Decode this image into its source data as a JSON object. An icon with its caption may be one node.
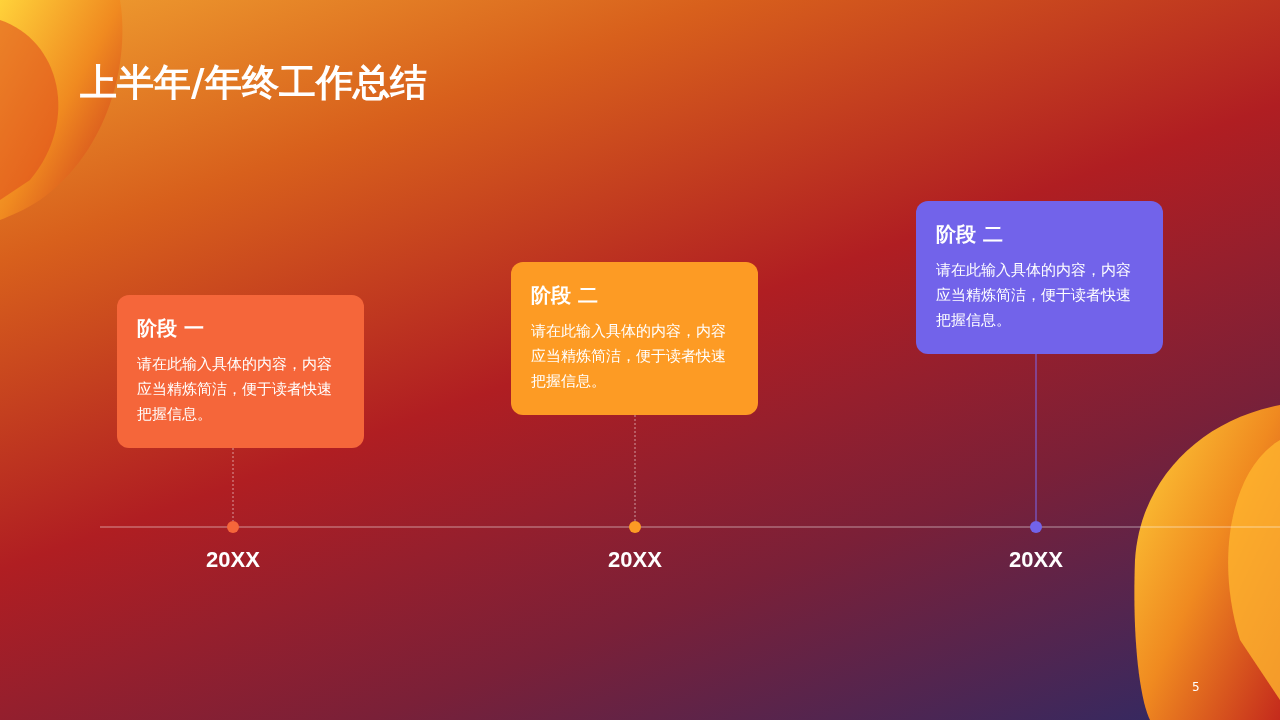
{
  "diagram": {
    "title": "上半年/年终工作总结",
    "nodes": [
      {
        "text": [
          "阶段 一",
          "请在此输入具体的内容，内容应当精炼简洁，便于读者快速把握信息。"
        ]
      },
      {
        "text": [
          "阶段 二",
          "请在此输入具体的内容，内容应当精炼简洁，便于读者快速把握信息。"
        ]
      },
      {
        "text": [
          "阶段 二",
          "请在此输入具体的内容，内容应当精炼简洁，便于读者快速把握信息。"
        ]
      },
      {
        "text": [],
        "shape": "circle",
        "beside": [
          "20XX"
        ]
      },
      {
        "text": [],
        "shape": "circle",
        "beside": [
          "20XX"
        ]
      },
      {
        "text": [],
        "shape": "circle",
        "beside": [
          "20XX"
        ]
      }
    ],
    "edges": [
      {
        "from": 0,
        "to": 3,
        "arrow": "none",
        "style": "dashed"
      },
      {
        "from": 1,
        "to": 4,
        "arrow": "none",
        "style": "dashed"
      },
      {
        "from": 2,
        "to": 5,
        "arrow": "none",
        "color": "#7b68ee"
      }
    ],
    "labels": [
      "5"
    ]
  }
}
